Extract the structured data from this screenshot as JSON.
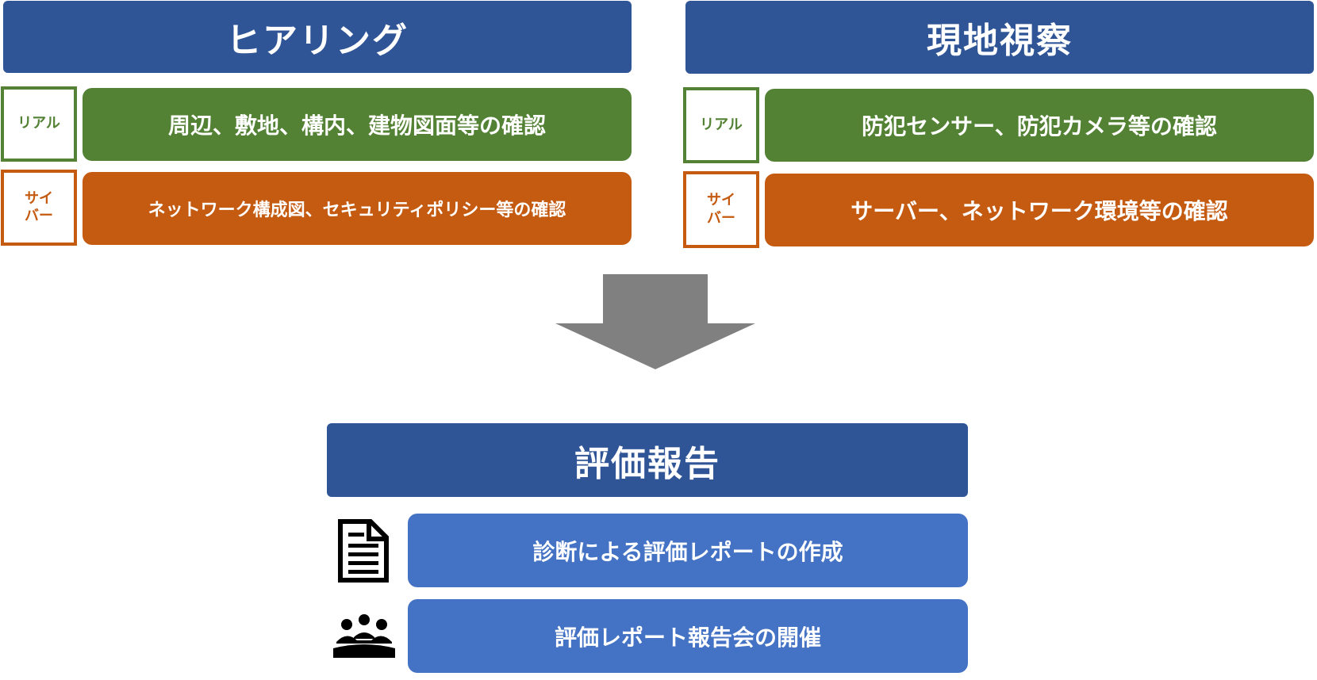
{
  "colors": {
    "header": "#2f5597",
    "real": "#548235",
    "cyber": "#c55a11",
    "report": "#4472c4",
    "arrow": "#808080"
  },
  "hearing": {
    "title": "ヒアリング",
    "real": {
      "tag": "リアル",
      "text": "周辺、敷地、構内、建物図面等の確認"
    },
    "cyber": {
      "tag_line1": "サイ",
      "tag_line2": "バー",
      "text": "ネットワーク構成図、セキュリティポリシー等の確認"
    }
  },
  "site_inspection": {
    "title": "現地視察",
    "real": {
      "tag": "リアル",
      "text": "防犯センサー、防犯カメラ等の確認"
    },
    "cyber": {
      "tag_line1": "サイ",
      "tag_line2": "バー",
      "text": "サーバー、ネットワーク環境等の確認"
    }
  },
  "evaluation": {
    "title": "評価報告",
    "items": [
      {
        "icon": "document-icon",
        "text": "診断による評価レポートの作成"
      },
      {
        "icon": "meeting-icon",
        "text": "評価レポート報告会の開催"
      }
    ]
  }
}
